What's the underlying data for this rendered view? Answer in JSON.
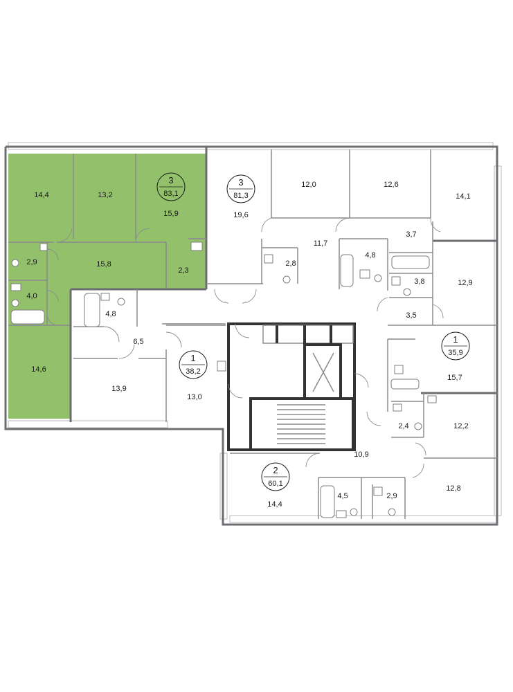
{
  "colors": {
    "highlight": "#92c06b",
    "wall": "#6d6e71",
    "core_wall": "#333333",
    "background": "#ffffff"
  },
  "apartments": [
    {
      "id": "apt-3-left",
      "rooms_label": "3",
      "area": "83,1",
      "highlighted": true
    },
    {
      "id": "apt-3-top",
      "rooms_label": "3",
      "area": "81,3",
      "highlighted": false
    },
    {
      "id": "apt-1-right",
      "rooms_label": "1",
      "area": "35,9",
      "highlighted": false
    },
    {
      "id": "apt-1-mid",
      "rooms_label": "1",
      "area": "38,2",
      "highlighted": false
    },
    {
      "id": "apt-2-bottom",
      "rooms_label": "2",
      "area": "60,1",
      "highlighted": false
    }
  ],
  "rooms": {
    "r144a": "14,4",
    "r132": "13,2",
    "r159": "15,9",
    "r29a": "2,9",
    "r158": "15,8",
    "r40": "4,0",
    "r23": "2,3",
    "r146": "14,6",
    "r48a": "4,8",
    "r65": "6,5",
    "r139": "13,9",
    "r130": "13,0",
    "r196": "19,6",
    "r120": "12,0",
    "r126": "12,6",
    "r141": "14,1",
    "r37": "3,7",
    "r117": "11,7",
    "r28": "2,8",
    "r48b": "4,8",
    "r38": "3,8",
    "r129": "12,9",
    "r35": "3,5",
    "r157": "15,7",
    "r24": "2,4",
    "r122": "12,2",
    "r109": "10,9",
    "r128": "12,8",
    "r45": "4,5",
    "r29b": "2,9",
    "r144b": "14,4"
  }
}
